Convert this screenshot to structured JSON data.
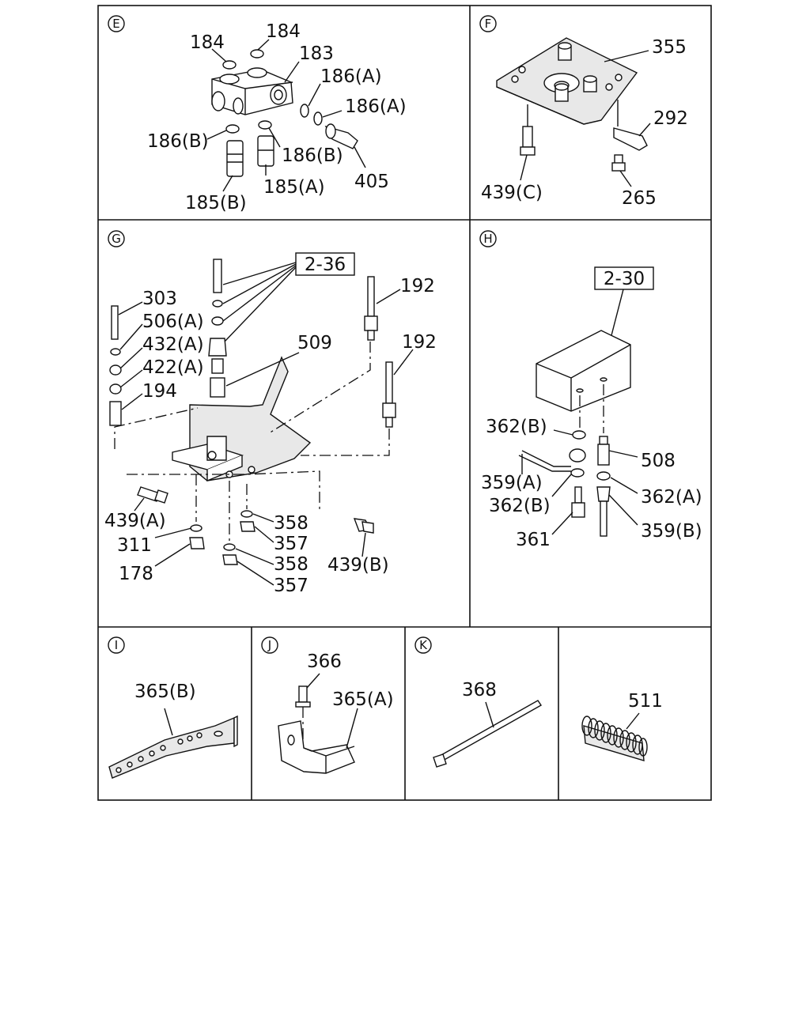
{
  "panels": {
    "E": {
      "id": "E",
      "labels": [
        "184",
        "184",
        "183",
        "186(A)",
        "186(A)",
        "186(B)",
        "186(B)",
        "405",
        "185(A)",
        "185(B)"
      ]
    },
    "F": {
      "id": "F",
      "labels": [
        "355",
        "292",
        "439(C)",
        "265"
      ]
    },
    "G": {
      "id": "G",
      "ref": "2-36",
      "labels": [
        "303",
        "506(A)",
        "432(A)",
        "422(A)",
        "194",
        "509",
        "192",
        "192",
        "439(A)",
        "311",
        "178",
        "358",
        "357",
        "358",
        "357",
        "439(B)"
      ]
    },
    "H": {
      "id": "H",
      "ref": "2-30",
      "labels": [
        "362(B)",
        "359(A)",
        "362(B)",
        "361",
        "508",
        "362(A)",
        "359(B)"
      ]
    },
    "I": {
      "id": "I",
      "labels": [
        "365(B)"
      ]
    },
    "J": {
      "id": "J",
      "labels": [
        "366",
        "365(A)"
      ]
    },
    "K": {
      "id": "K",
      "labels": [
        "368"
      ]
    },
    "L": {
      "labels": [
        "511"
      ]
    }
  }
}
